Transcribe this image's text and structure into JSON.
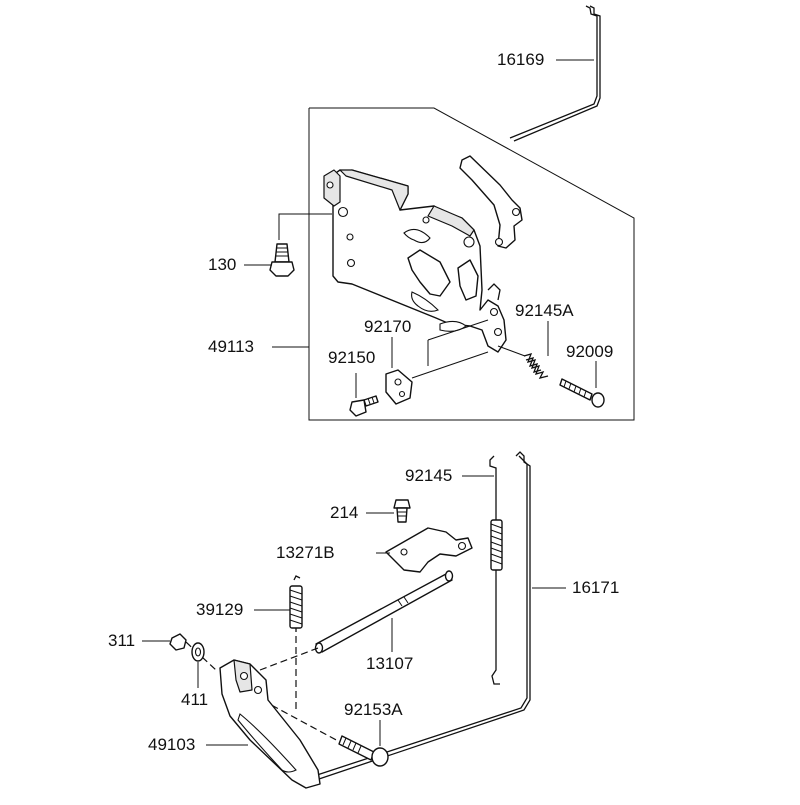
{
  "diagram": {
    "labels": {
      "p16169": "16169",
      "p130": "130",
      "p49113": "49113",
      "p92170": "92170",
      "p92145A": "92145A",
      "p92150": "92150",
      "p92009": "92009",
      "p92145": "92145",
      "p214": "214",
      "p13271B": "13271B",
      "p16171": "16171",
      "p39129": "39129",
      "p311": "311",
      "p13107": "13107",
      "p411": "411",
      "p92153A": "92153A",
      "p49103": "49103"
    }
  }
}
